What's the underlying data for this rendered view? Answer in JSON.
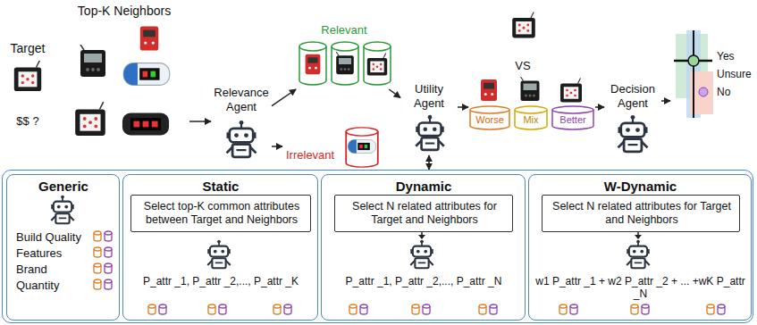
{
  "diagram": {
    "nodes": [
      {
        "text": [
          "Target",
          "$$ ?"
        ]
      },
      {
        "text": [
          "Top-K Neighbors"
        ]
      },
      {
        "text": [
          "Relevance Agent"
        ]
      },
      {
        "text": [
          "Relevant"
        ]
      },
      {
        "text": [
          "Irrelevant"
        ]
      },
      {
        "text": [
          "Utility Agent"
        ]
      },
      {
        "text": [
          "VS"
        ]
      },
      {
        "text": [
          "Worse"
        ],
        "in": 6
      },
      {
        "text": [
          "Mix"
        ],
        "in": 6
      },
      {
        "text": [
          "Better"
        ],
        "in": 6
      },
      {
        "text": [
          "Decision Agent"
        ]
      },
      {
        "text": [
          "Yes",
          "Unsure",
          "No"
        ]
      },
      {
        "text": []
      },
      {
        "text": [
          "Generic",
          "Build Quality",
          "Features",
          "Brand",
          "Quantity"
        ],
        "in": 12
      },
      {
        "text": [
          "Static",
          "P_attr _1, P_attr _2,..., P_attr _K"
        ],
        "in": 12
      },
      {
        "text": [
          "Select top-K common attributes between Target and Neighbors"
        ],
        "in": 14
      },
      {
        "text": [
          "Dynamic",
          "P_attr _1, P_attr _2,..., P_attr _N"
        ],
        "in": 12
      },
      {
        "text": [
          "Select N related attributes for Target and Neighbors"
        ],
        "in": 16
      },
      {
        "text": [
          "W-Dynamic",
          "w1 P_attr _1 + w2 P_attr _2 + ... +wK P_attr _N"
        ],
        "in": 12
      },
      {
        "text": [
          "Select N related attributes for Target and Neighbors"
        ],
        "in": 18
      }
    ],
    "edges": [
      {
        "from": 1,
        "to": 2,
        "arrow": "to"
      },
      {
        "from": 2,
        "to": 3,
        "arrow": "to"
      },
      {
        "from": 2,
        "to": 4,
        "arrow": "to"
      },
      {
        "from": 3,
        "to": 5,
        "arrow": "to"
      },
      {
        "from": 5,
        "to": 6,
        "arrow": "to"
      },
      {
        "from": 6,
        "to": 10,
        "arrow": "to"
      },
      {
        "from": 10,
        "to": 11,
        "arrow": "to"
      },
      {
        "from": 5,
        "to": 12,
        "arrow": "both"
      }
    ]
  }
}
